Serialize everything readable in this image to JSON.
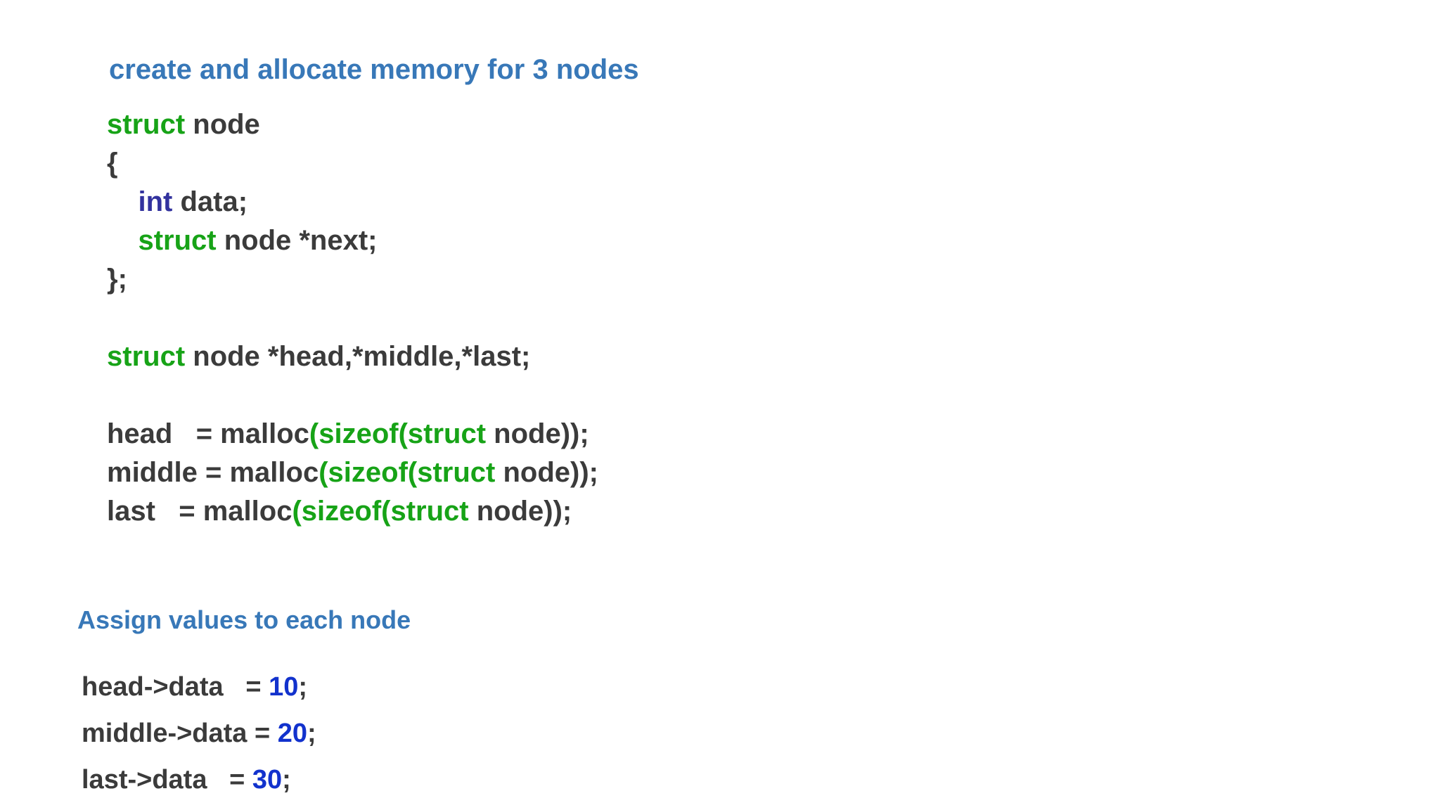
{
  "colors": {
    "background": "#ffffff",
    "heading_blue": "#3878b8",
    "keyword_green": "#17a317",
    "keyword_navy": "#32329e",
    "number_blue": "#1232cd",
    "code_gray": "#3b3b3b"
  },
  "section1": {
    "heading": "create and allocate memory for 3 nodes",
    "lines": [
      [
        [
          "struct",
          "green"
        ],
        [
          " node",
          "plain"
        ]
      ],
      [
        [
          "{",
          "plain"
        ]
      ],
      [
        [
          "    ",
          "plain"
        ],
        [
          "int",
          "navy"
        ],
        [
          " data;",
          "plain"
        ]
      ],
      [
        [
          "    ",
          "plain"
        ],
        [
          "struct",
          "green"
        ],
        [
          " node *next;",
          "plain"
        ]
      ],
      [
        [
          "};",
          "plain"
        ]
      ],
      [],
      [
        [
          "struct",
          "green"
        ],
        [
          " node *head,*middle,*last;",
          "plain"
        ]
      ],
      [],
      [
        [
          "head   = malloc",
          "plain"
        ],
        [
          "(sizeof(struct",
          "green"
        ],
        [
          " node));",
          "plain"
        ]
      ],
      [
        [
          "middle = malloc",
          "plain"
        ],
        [
          "(sizeof(struct",
          "green"
        ],
        [
          " node));",
          "plain"
        ]
      ],
      [
        [
          "last   = malloc",
          "plain"
        ],
        [
          "(sizeof(struct",
          "green"
        ],
        [
          " node));",
          "plain"
        ]
      ]
    ]
  },
  "section2": {
    "heading": "Assign values to each node",
    "lines": [
      [
        [
          "head->data   = ",
          "plain"
        ],
        [
          "10",
          "num"
        ],
        [
          ";",
          "plain"
        ]
      ],
      [
        [
          "middle->data = ",
          "plain"
        ],
        [
          "20",
          "num"
        ],
        [
          ";",
          "plain"
        ]
      ],
      [
        [
          "last->data   = ",
          "plain"
        ],
        [
          "30",
          "num"
        ],
        [
          ";",
          "plain"
        ]
      ]
    ]
  }
}
